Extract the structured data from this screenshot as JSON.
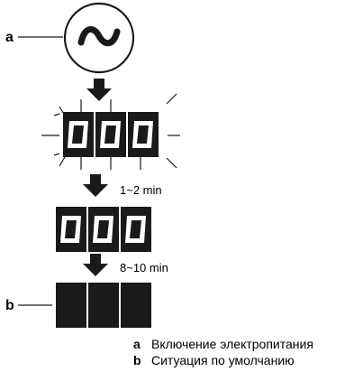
{
  "callouts": {
    "a": "a",
    "b": "b"
  },
  "power_symbol": "~",
  "steps": [
    {
      "state": "blinking",
      "digits": 3
    },
    {
      "state": "steady",
      "digits": 3,
      "wait": "1~2 min"
    },
    {
      "state": "off",
      "digits": 3,
      "wait": "8~10 min"
    }
  ],
  "legend": [
    {
      "key": "a",
      "text": "Включение электропитания"
    },
    {
      "key": "b",
      "text": "Ситуация по умолчанию"
    }
  ],
  "colors": {
    "ink": "#1a1a1a",
    "segment": "#ffffff",
    "background": "#ffffff"
  }
}
